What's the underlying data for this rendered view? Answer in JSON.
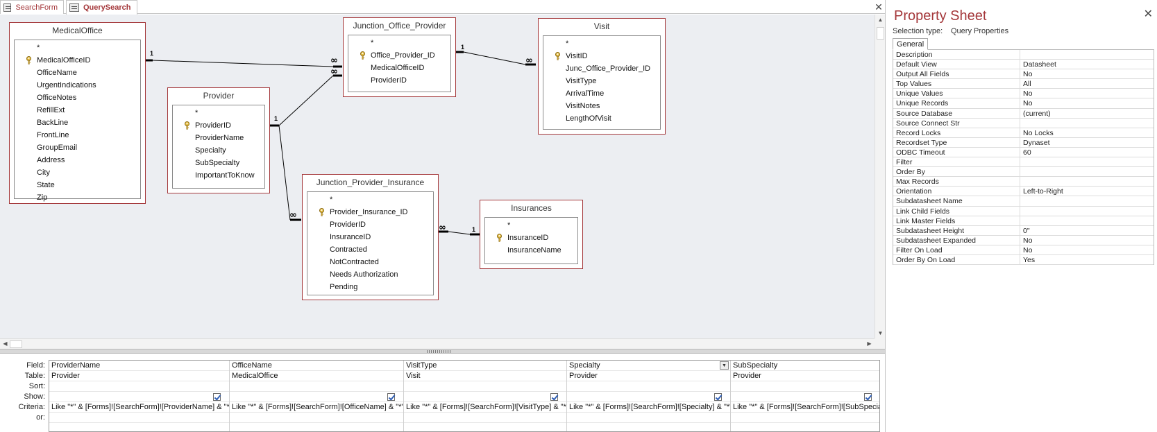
{
  "tabs": [
    {
      "label": "SearchForm",
      "icon": "form-icon"
    },
    {
      "label": "QuerySearch",
      "icon": "query-icon"
    }
  ],
  "close_glyph": "✕",
  "tables": {
    "medicaloffice": {
      "title": "MedicalOffice",
      "fields": [
        "*",
        "MedicalOfficeID",
        "OfficeName",
        "UrgentIndications",
        "OfficeNotes",
        "RefillExt",
        "BackLine",
        "FrontLine",
        "GroupEmail",
        "Address",
        "City",
        "State",
        "Zip"
      ],
      "key": 1
    },
    "provider": {
      "title": "Provider",
      "fields": [
        "*",
        "ProviderID",
        "ProviderName",
        "Specialty",
        "SubSpecialty",
        "ImportantToKnow"
      ],
      "key": 1
    },
    "junction_office_provider": {
      "title": "Junction_Office_Provider",
      "fields": [
        "*",
        "Office_Provider_ID",
        "MedicalOfficeID",
        "ProviderID"
      ],
      "key": 1
    },
    "visit": {
      "title": "Visit",
      "fields": [
        "*",
        "VisitID",
        "Junc_Office_Provider_ID",
        "VisitType",
        "ArrivalTime",
        "VisitNotes",
        "LengthOfVisit"
      ],
      "key": 1
    },
    "junction_provider_insurance": {
      "title": "Junction_Provider_Insurance",
      "fields": [
        "*",
        "Provider_Insurance_ID",
        "ProviderID",
        "InsuranceID",
        "Contracted",
        "NotContracted",
        "Needs Authorization",
        "Pending"
      ],
      "key": 1
    },
    "insurances": {
      "title": "Insurances",
      "fields": [
        "*",
        "InsuranceID",
        "InsuranceName"
      ],
      "key": 1
    }
  },
  "rel_labels": {
    "one": "1",
    "many": "∞"
  },
  "qbe": {
    "row_labels": [
      "Field:",
      "Table:",
      "Sort:",
      "Show:",
      "Criteria:",
      "or:"
    ],
    "columns": [
      {
        "field": "ProviderName",
        "table": "Provider",
        "sort": "",
        "show": true,
        "criteria": "Like \"*\" & [Forms]![SearchForm]![ProviderName] & \"*\"",
        "or": ""
      },
      {
        "field": "OfficeName",
        "table": "MedicalOffice",
        "sort": "",
        "show": true,
        "criteria": "Like \"*\" & [Forms]![SearchForm]![OfficeName] & \"*\"",
        "or": ""
      },
      {
        "field": "VisitType",
        "table": "Visit",
        "sort": "",
        "show": true,
        "criteria": "Like \"*\" & [Forms]![SearchForm]![VisitType] & \"*\"",
        "or": ""
      },
      {
        "field": "Specialty",
        "table": "Provider",
        "sort": "",
        "show": true,
        "criteria": "Like \"*\" & [Forms]![SearchForm]![Specialty] & \"*\"",
        "or": ""
      },
      {
        "field": "SubSpecialty",
        "table": "Provider",
        "sort": "",
        "show": true,
        "criteria": "Like \"*\" & [Forms]![SearchForm]![SubSpecialty] & \"*\"",
        "or": ""
      }
    ]
  },
  "property_sheet": {
    "title": "Property Sheet",
    "selection_label": "Selection type:",
    "selection_value": "Query Properties",
    "tab": "General",
    "rows": [
      [
        "Description",
        ""
      ],
      [
        "Default View",
        "Datasheet"
      ],
      [
        "Output All Fields",
        "No"
      ],
      [
        "Top Values",
        "All"
      ],
      [
        "Unique Values",
        "No"
      ],
      [
        "Unique Records",
        "No"
      ],
      [
        "Source Database",
        "(current)"
      ],
      [
        "Source Connect Str",
        ""
      ],
      [
        "Record Locks",
        "No Locks"
      ],
      [
        "Recordset Type",
        "Dynaset"
      ],
      [
        "ODBC Timeout",
        "60"
      ],
      [
        "Filter",
        ""
      ],
      [
        "Order By",
        ""
      ],
      [
        "Max Records",
        ""
      ],
      [
        "Orientation",
        "Left-to-Right"
      ],
      [
        "Subdatasheet Name",
        ""
      ],
      [
        "Link Child Fields",
        ""
      ],
      [
        "Link Master Fields",
        ""
      ],
      [
        "Subdatasheet Height",
        "0\""
      ],
      [
        "Subdatasheet Expanded",
        "No"
      ],
      [
        "Filter On Load",
        "No"
      ],
      [
        "Order By On Load",
        "Yes"
      ]
    ]
  },
  "colors": {
    "accent": "#a4373a",
    "design_bg": "#eceef2"
  }
}
